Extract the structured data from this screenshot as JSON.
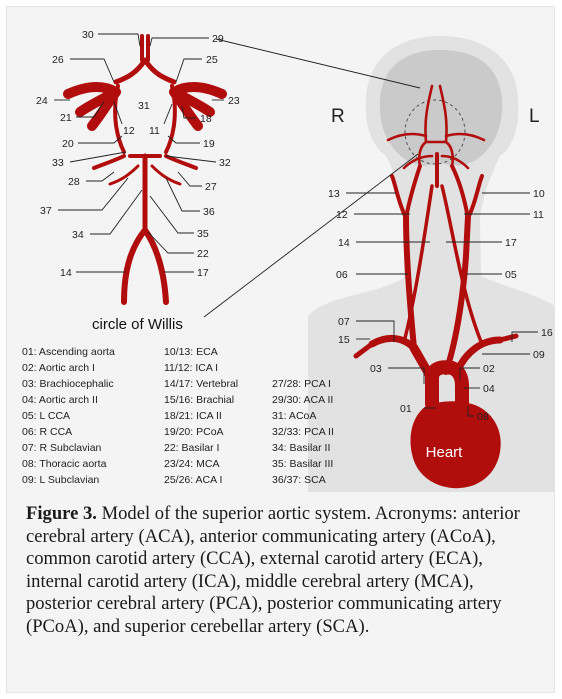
{
  "figure": {
    "side_labels": {
      "right": "R",
      "left": "L"
    },
    "circle_label": "circle of Willis",
    "heart_label": "Heart",
    "labels": [
      {
        "id": "30",
        "text": "30"
      },
      {
        "id": "29",
        "text": "29"
      },
      {
        "id": "26",
        "text": "26"
      },
      {
        "id": "25",
        "text": "25"
      },
      {
        "id": "24",
        "text": "24"
      },
      {
        "id": "31",
        "text": "31"
      },
      {
        "id": "23",
        "text": "23"
      },
      {
        "id": "21",
        "text": "21"
      },
      {
        "id": "12a",
        "text": "12"
      },
      {
        "id": "11a",
        "text": "11"
      },
      {
        "id": "18",
        "text": "18"
      },
      {
        "id": "20",
        "text": "20"
      },
      {
        "id": "19",
        "text": "19"
      },
      {
        "id": "33",
        "text": "33"
      },
      {
        "id": "32",
        "text": "32"
      },
      {
        "id": "28",
        "text": "28"
      },
      {
        "id": "27",
        "text": "27"
      },
      {
        "id": "37",
        "text": "37"
      },
      {
        "id": "36",
        "text": "36"
      },
      {
        "id": "34",
        "text": "34"
      },
      {
        "id": "35",
        "text": "35"
      },
      {
        "id": "22",
        "text": "22"
      },
      {
        "id": "14a",
        "text": "14"
      },
      {
        "id": "17a",
        "text": "17"
      },
      {
        "id": "13",
        "text": "13"
      },
      {
        "id": "10",
        "text": "10"
      },
      {
        "id": "12b",
        "text": "12"
      },
      {
        "id": "11b",
        "text": "11"
      },
      {
        "id": "14b",
        "text": "14"
      },
      {
        "id": "17b",
        "text": "17"
      },
      {
        "id": "06",
        "text": "06"
      },
      {
        "id": "05",
        "text": "05"
      },
      {
        "id": "07",
        "text": "07"
      },
      {
        "id": "16",
        "text": "16"
      },
      {
        "id": "15",
        "text": "15"
      },
      {
        "id": "09",
        "text": "09"
      },
      {
        "id": "03",
        "text": "03"
      },
      {
        "id": "02",
        "text": "02"
      },
      {
        "id": "04",
        "text": "04"
      },
      {
        "id": "01",
        "text": "01"
      },
      {
        "id": "08",
        "text": "08"
      }
    ],
    "legend": {
      "col1": [
        "01: Ascending aorta",
        "02: Aortic arch I",
        "03: Brachiocephalic",
        "04: Aortic arch II",
        "05: L CCA",
        "06: R CCA",
        "07: R Subclavian",
        "08: Thoracic aorta",
        "09: L Subclavian"
      ],
      "col2": [
        "10/13: ECA",
        "11/12: ICA I",
        "14/17: Vertebral",
        "15/16: Brachial",
        "18/21: ICA II",
        "19/20: PCoA",
        "22: Basilar I",
        "23/24: MCA",
        "25/26: ACA I"
      ],
      "col3": [
        "27/28: PCA I",
        "29/30: ACA II",
        "31: ACoA",
        "32/33: PCA II",
        "34: Basilar II",
        "35: Basilar III",
        "36/37: SCA"
      ]
    }
  },
  "caption": {
    "label": "Figure 3.",
    "text": " Model of the superior aortic system. Acronyms: anterior cerebral artery (ACA), anterior communicating artery (ACoA), common carotid artery (CCA), external carotid artery (ECA), internal carotid artery (ICA), middle cerebral artery (MCA), posterior cerebral artery (PCA), posterior communicating artery (PCoA), and superior cerebellar artery (SCA)."
  },
  "colors": {
    "artery": "#b10d0d",
    "body": "#e2e2e2",
    "brain": "#c8c8c8",
    "background": "#f4f4f4"
  }
}
